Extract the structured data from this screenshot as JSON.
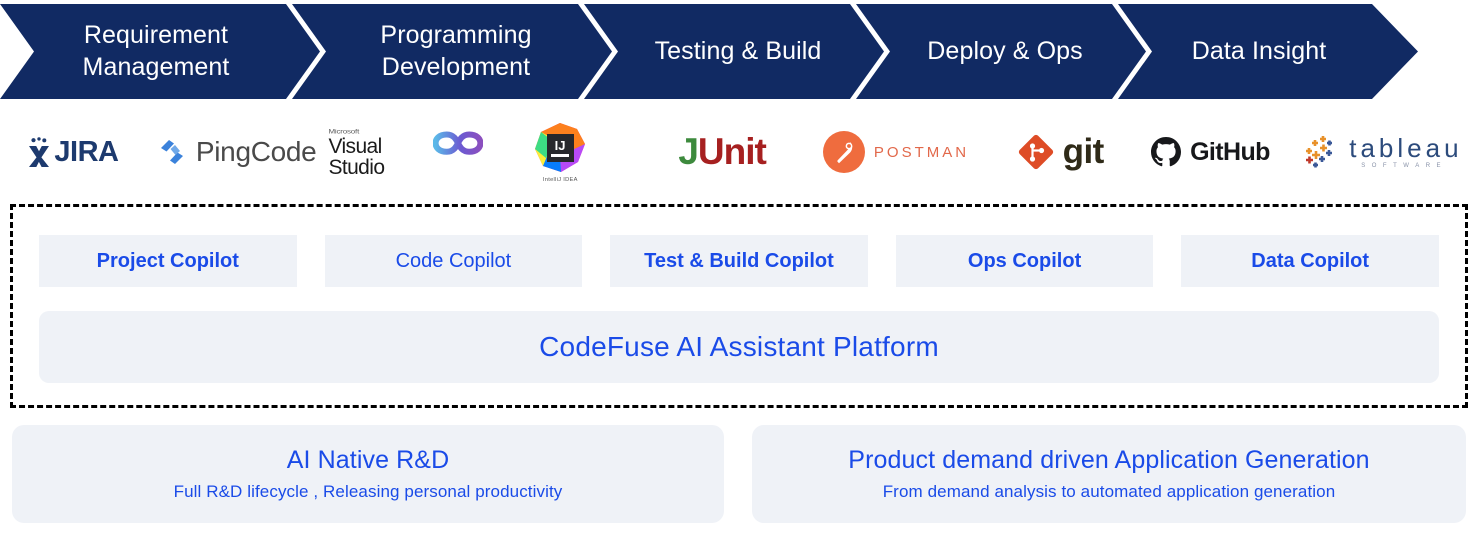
{
  "stages": {
    "items": [
      {
        "label": "Requirement\nManagement"
      },
      {
        "label": "Programming\nDevelopment"
      },
      {
        "label": "Testing & Build"
      },
      {
        "label": "Deploy & Ops"
      },
      {
        "label": "Data Insight"
      }
    ],
    "band_color": "#112A63",
    "text_color": "#FFFFFF"
  },
  "tools": {
    "items": [
      {
        "name": "JIRA",
        "icon": "jira-icon"
      },
      {
        "name": "PingCode",
        "icon": "pingcode-icon"
      },
      {
        "name": "Visual Studio",
        "icon": "visual-studio-icon",
        "eyebrow": "Microsoft"
      },
      {
        "name": "IntelliJ IDEA",
        "icon": "intellij-idea-icon",
        "mark": "IJ"
      },
      {
        "name": "JUnit",
        "icon": "junit-icon",
        "part1": "J",
        "part2": "Unit"
      },
      {
        "name": "POSTMAN",
        "icon": "postman-icon"
      },
      {
        "name": "git",
        "icon": "git-icon"
      },
      {
        "name": "GitHub",
        "icon": "github-icon"
      },
      {
        "name": "tableau",
        "icon": "tableau-icon",
        "sub": "SOFTWARE"
      }
    ]
  },
  "copilots": {
    "cards": [
      {
        "label": "Project Copilot",
        "bold": true
      },
      {
        "label": "Code Copilot",
        "bold": false
      },
      {
        "label": "Test & Build Copilot",
        "bold": true
      },
      {
        "label": "Ops Copilot",
        "bold": true
      },
      {
        "label": "Data Copilot",
        "bold": true
      }
    ],
    "platform_label": "CodeFuse AI Assistant Platform",
    "card_bg": "#EFF2F7",
    "text_color": "#1A4BE8"
  },
  "value_panels": [
    {
      "title": "AI Native R&D",
      "subtitle": "Full R&D lifecycle , Releasing personal productivity"
    },
    {
      "title": "Product demand driven Application Generation",
      "subtitle": "From demand analysis to automated application generation"
    }
  ]
}
